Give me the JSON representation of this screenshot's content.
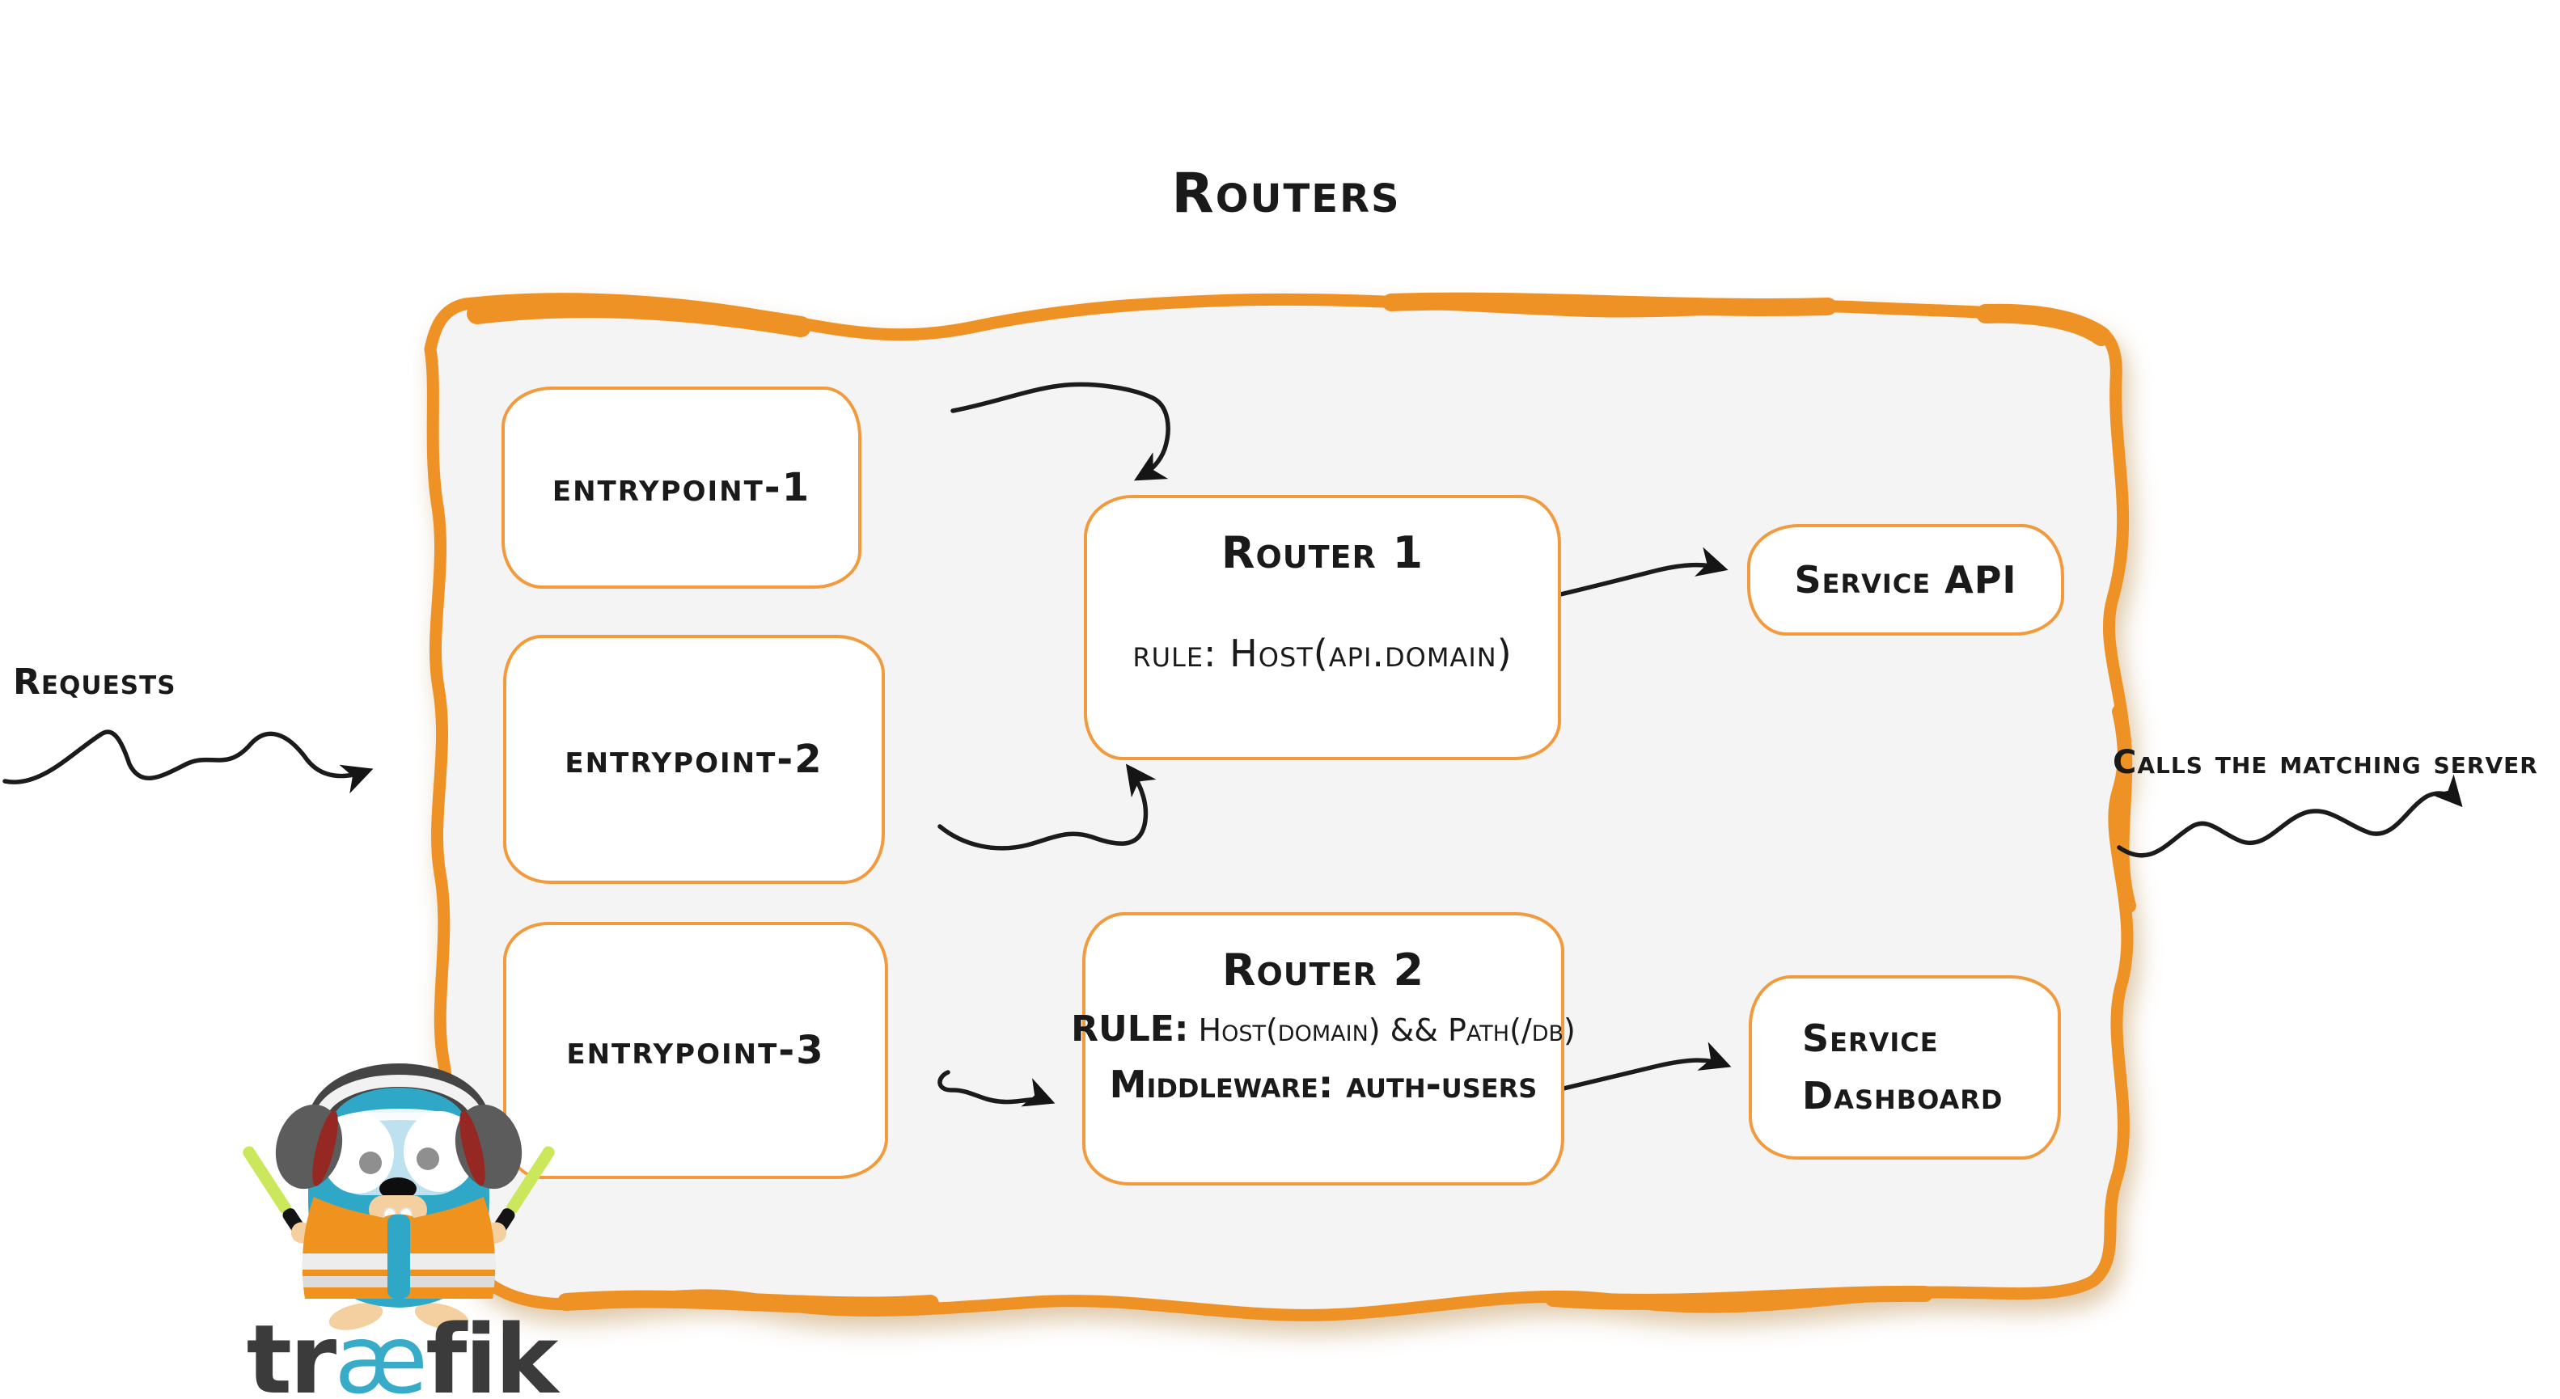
{
  "title": "Routers",
  "annotations": {
    "requests": "Requests",
    "calls_matching_server": "Calls the matching server"
  },
  "entrypoints": [
    {
      "label": "entrypoint-1"
    },
    {
      "label": "entrypoint-2"
    },
    {
      "label": "entrypoint-3"
    }
  ],
  "routers": [
    {
      "name": "Router 1",
      "rule": "rule: Host(api.domain)"
    },
    {
      "name": "Router 2",
      "rule_label": "RULE:",
      "rule_value": " Host(domain) && Path(/db)",
      "middleware": "Middleware: auth-users"
    }
  ],
  "services": [
    {
      "label": "Service API"
    },
    {
      "line1": "Service",
      "line2": "Dashboard"
    }
  ],
  "logo": {
    "mascot": "traefik-gopher",
    "word_start": "tr",
    "word_mid": "æ",
    "word_end": "fik"
  },
  "colors": {
    "accent_orange": "#EF9226",
    "box_border_orange": "#F19A3E",
    "panel_fill": "#F4F4F4",
    "ink_black": "#1A1A1A",
    "wordmark_gray": "#3B3B3B",
    "wordmark_teal": "#38ABC8",
    "gopher_teal": "#2FA8C8"
  }
}
